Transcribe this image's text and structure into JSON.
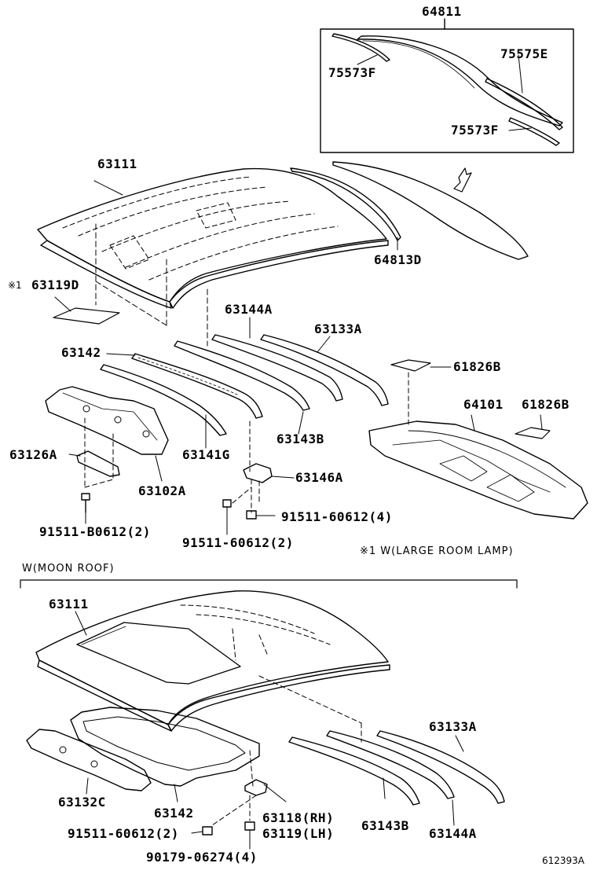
{
  "labels": {
    "p64811": "64811",
    "p75573F_a": "75573F",
    "p75575E": "75575E",
    "p75573F_b": "75573F",
    "p63111": "63111",
    "p64813D": "64813D",
    "p63119D": "63119D",
    "p63144A": "63144A",
    "p63133A": "63133A",
    "p63142": "63142",
    "p61826B_a": "61826B",
    "p64101": "64101",
    "p61826B_b": "61826B",
    "p63143B": "63143B",
    "p63126A": "63126A",
    "p63141G": "63141G",
    "p63102A": "63102A",
    "p63146A": "63146A",
    "p91511_B0612": "91511-B0612(2)",
    "p91511_60612_4": "91511-60612(4)",
    "p91511_60612_2": "91511-60612(2)",
    "note_large_room_lamp": "※1  W(LARGE ROOM LAMP)",
    "note_mark": "※1",
    "moon_roof_title": "W(MOON ROOF)",
    "m63111": "63111",
    "m63133A": "63133A",
    "m63132C": "63132C",
    "m63142": "63142",
    "m63118": "63118(RH)",
    "m63119": "63119(LH)",
    "m63143B": "63143B",
    "m63144A": "63144A",
    "m91511_60612_2": "91511-60612(2)",
    "m90179_06274_4": "90179-06274(4)",
    "figure_code": "612393A"
  }
}
